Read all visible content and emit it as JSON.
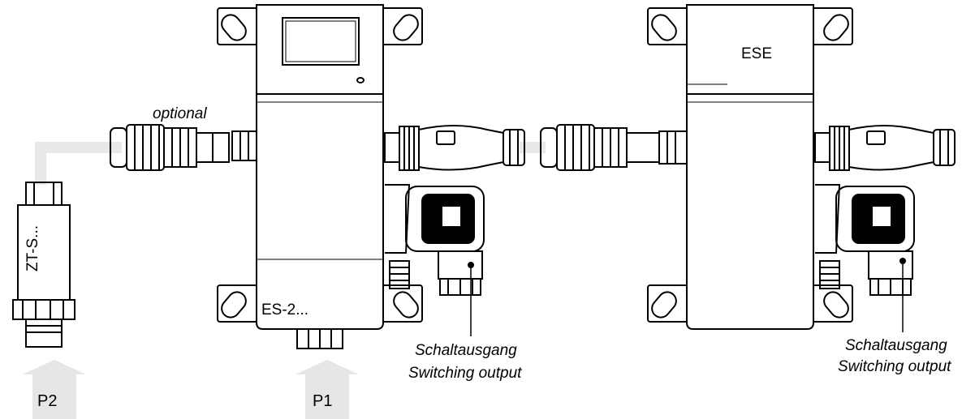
{
  "labels": {
    "optional": "optional",
    "zt_sensor": "ZT-S...",
    "es2": "ES-2...",
    "ese": "ESE",
    "p1": "P1",
    "p2": "P2",
    "output_left_de": "Schaltausgang",
    "output_left_en": "Switching output",
    "output_right_de": "Schaltausgang",
    "output_right_en": "Switching output"
  },
  "colors": {
    "line": "#000000",
    "pipe": "#e8e8e8",
    "arrow": "#e6e6e6"
  }
}
